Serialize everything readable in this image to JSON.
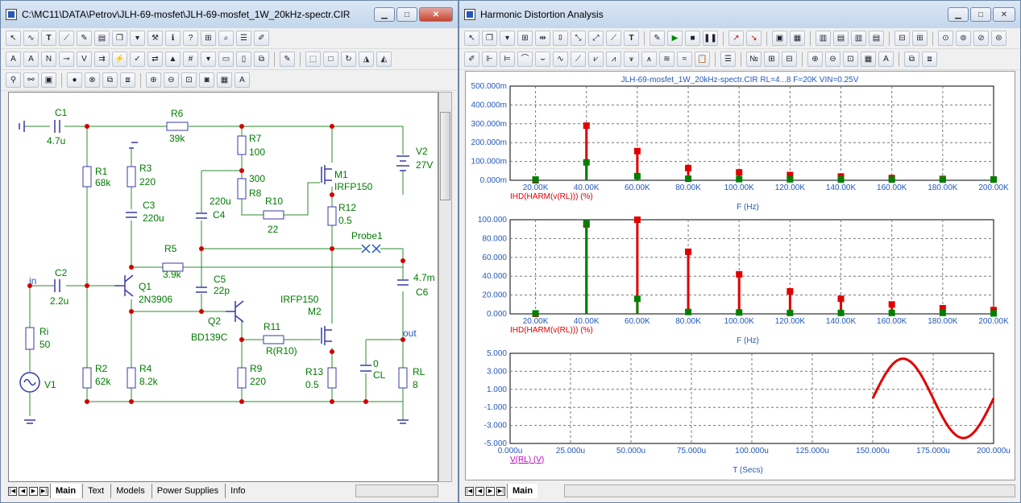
{
  "left_window": {
    "title": "C:\\MC11\\DATA\\Petrov\\JLH-69-mosfet\\JLH-69-mosfet_1W_20kHz-spectr.CIR",
    "tabs": [
      "Main",
      "Text",
      "Models",
      "Power Supplies",
      "Info"
    ]
  },
  "right_window": {
    "title": "Harmonic Distortion Analysis",
    "tabs": [
      "Main"
    ]
  },
  "schematic": {
    "labels": {
      "C1": "C1",
      "C1v": "4.7u",
      "R6": "R6",
      "R6v": "39k",
      "R7": "R7",
      "R7v": "100",
      "V2": "V2",
      "V2v": "27V",
      "R1": "R1",
      "R1v": "68k",
      "R3": "R3",
      "R3v": "220",
      "R8v": "300",
      "R8": "R8",
      "M1": "M1",
      "M1v": "IRFP150",
      "C3": "C3",
      "C3v": "220u",
      "C4v": "220u",
      "C4": "C4",
      "R10": "R10",
      "R10v": "22",
      "R12": "R12",
      "R12v": "0.5",
      "Probe1": "Probe1",
      "R5": "R5",
      "R5v": "3.9k",
      "C2": "C2",
      "C2v": "2.2u",
      "in": "in",
      "Q1": "Q1",
      "Q1v": "2N3906",
      "C5": "C5",
      "C5v": "22p",
      "C6v": "4.7m",
      "C6": "C6",
      "Q2": "Q2",
      "Q2v": "BD139C",
      "M2v": "IRFP150",
      "M2": "M2",
      "Ri": "Ri",
      "Riv": "50",
      "R11": "R11",
      "R11v": "R(R10)",
      "out": "out",
      "V1": "V1",
      "R2": "R2",
      "R2v": "62k",
      "R4": "R4",
      "R4v": "8.2k",
      "R9": "R9",
      "R9v": "220",
      "R13": "R13",
      "R13v": "0.5",
      "CLv": "0",
      "CL": "CL",
      "RL": "RL",
      "RLv": "8"
    }
  },
  "plots": {
    "title": "JLH-69-mosfet_1W_20kHz-spectr.CIR RL=4...8 F=20K VIN=0.25V",
    "plot1": {
      "y_ticks": [
        "500.000m",
        "400.000m",
        "300.000m",
        "200.000m",
        "100.000m",
        "0.000m"
      ],
      "x_ticks": [
        "20.00K",
        "40.00K",
        "60.00K",
        "80.00K",
        "100.00K",
        "120.00K",
        "140.00K",
        "160.00K",
        "180.00K",
        "200.00K"
      ],
      "legend": "IHD(HARM(v(RL))) (%)",
      "xlabel": "F (Hz)"
    },
    "plot2": {
      "y_ticks": [
        "100.000",
        "80.000",
        "60.000",
        "40.000",
        "20.000",
        "0.000"
      ],
      "x_ticks": [
        "20.00K",
        "40.00K",
        "60.00K",
        "80.00K",
        "100.00K",
        "120.00K",
        "140.00K",
        "160.00K",
        "180.00K",
        "200.00K"
      ],
      "legend": "IHD(HARM(v(RL))) (%)",
      "xlabel": "F (Hz)"
    },
    "plot3": {
      "y_ticks": [
        "5.000",
        "3.000",
        "1.000",
        "-1.000",
        "-3.000",
        "-5.000"
      ],
      "x_ticks": [
        "0.000u",
        "25.000u",
        "50.000u",
        "75.000u",
        "100.000u",
        "125.000u",
        "150.000u",
        "175.000u",
        "200.000u"
      ],
      "legend": "V(RL) (V)",
      "xlabel": "T (Secs)"
    }
  },
  "chart_data": [
    {
      "type": "bar",
      "x": [
        20000,
        40000,
        60000,
        80000,
        100000,
        120000,
        140000,
        160000,
        180000,
        200000
      ],
      "series": [
        {
          "color": "#e00000",
          "values": [
            0,
            0.29,
            0.155,
            0.065,
            0.042,
            0.028,
            0.02,
            0.012,
            0.007,
            0.004
          ]
        },
        {
          "color": "#008000",
          "values": [
            0.004,
            0.095,
            0.022,
            0.008,
            0.006,
            0.005,
            0.004,
            0.004,
            0.004,
            0.004
          ]
        }
      ],
      "ylim": [
        0,
        0.5
      ],
      "xlim": [
        10000,
        200000
      ],
      "grid": true
    },
    {
      "type": "bar",
      "x": [
        20000,
        40000,
        60000,
        80000,
        100000,
        120000,
        140000,
        160000,
        180000,
        200000
      ],
      "series": [
        {
          "color": "#e00000",
          "values": [
            0,
            95,
            100,
            66,
            42,
            24,
            16,
            10,
            6,
            4
          ]
        },
        {
          "color": "#008000",
          "values": [
            0.5,
            96,
            16,
            2,
            1.5,
            1,
            1,
            1,
            1,
            0.5
          ]
        }
      ],
      "ylim": [
        0,
        100
      ],
      "xlim": [
        10000,
        200000
      ],
      "grid": true
    },
    {
      "type": "line",
      "series": [
        {
          "color": "#e00000",
          "t_start_us": 150,
          "t_end_us": 200,
          "amplitude": 4.4,
          "period_us": 50
        }
      ],
      "xlim": [
        0,
        200
      ],
      "ylim": [
        -5,
        5
      ],
      "grid": true
    }
  ]
}
